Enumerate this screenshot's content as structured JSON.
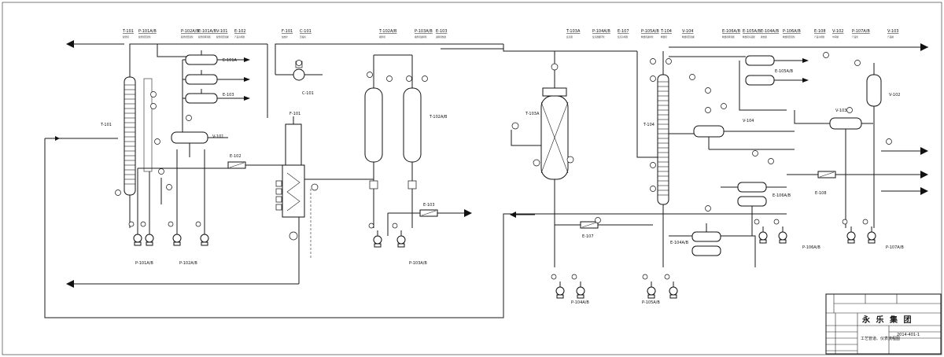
{
  "header_tags": [
    {
      "id": "T-101",
      "desc": "脱轻塔"
    },
    {
      "id": "P-101A/B",
      "desc": "脱轻塔回流泵"
    },
    {
      "id": "P-102A/B",
      "desc": "脱轻塔釜液泵"
    },
    {
      "id": "E-101A/B",
      "desc": "脱轻塔再沸器"
    },
    {
      "id": "V-101",
      "desc": "脱轻塔回流罐"
    },
    {
      "id": "E-102",
      "desc": "产品冷却器"
    },
    {
      "id": "F-101",
      "desc": "加热炉"
    },
    {
      "id": "C-101",
      "desc": "压缩机"
    },
    {
      "id": "T-102A/B",
      "desc": "吸附塔"
    },
    {
      "id": "P-103A/B",
      "desc": "吸附塔进料泵"
    },
    {
      "id": "E-103",
      "desc": "进料预热器"
    },
    {
      "id": "T-103A",
      "desc": "反应器"
    },
    {
      "id": "P-104A/B",
      "desc": "反应器循环泵"
    },
    {
      "id": "E-107",
      "desc": "反应冷却器"
    },
    {
      "id": "P-105A/B",
      "desc": "精馏塔进料泵"
    },
    {
      "id": "T-104",
      "desc": "精馏塔"
    },
    {
      "id": "V-104",
      "desc": "精馏塔回流罐"
    },
    {
      "id": "E-106A/B",
      "desc": "精馏塔再沸器"
    },
    {
      "id": "E-105A/B",
      "desc": "精馏塔冷凝器"
    },
    {
      "id": "E-104A/B",
      "desc": "换热器"
    },
    {
      "id": "P-106A/B",
      "desc": "精馏塔回流泵"
    },
    {
      "id": "E-108",
      "desc": "产品冷却器"
    },
    {
      "id": "V-102",
      "desc": "中间罐"
    },
    {
      "id": "P-107A/B",
      "desc": "产品泵"
    },
    {
      "id": "V-103",
      "desc": "产品罐"
    }
  ],
  "equipment_labels": {
    "t101": "T-101",
    "e101": "E-101A",
    "e103a": "E-103",
    "v101": "V-101",
    "e102": "E-102",
    "f101": "F-101",
    "c101": "C-101",
    "t102": "T-102A/B",
    "e103": "E-103",
    "t103": "T-103A",
    "e107": "E-107",
    "t104": "T-104",
    "v104": "V-104",
    "e104": "E-104A/B",
    "e105": "E-105A/B",
    "e106": "E-106A/B",
    "e108": "E-108",
    "v102": "V-102",
    "v103": "V-103"
  },
  "pump_labels": {
    "p101": "P-101A/B",
    "p102": "P-102A/B",
    "p103": "P-103A/B",
    "p104": "P-104A/B",
    "p105": "P-105A/B",
    "p106": "P-106A/B",
    "p107": "P-107A/B"
  },
  "title_block": {
    "company": "永 乐 集 团",
    "drawing_title": "工艺管道、仪表流程图",
    "drawing_no": "2014-401-1"
  },
  "colors": {
    "line": "#1a1a1a",
    "background": "#ffffff"
  }
}
